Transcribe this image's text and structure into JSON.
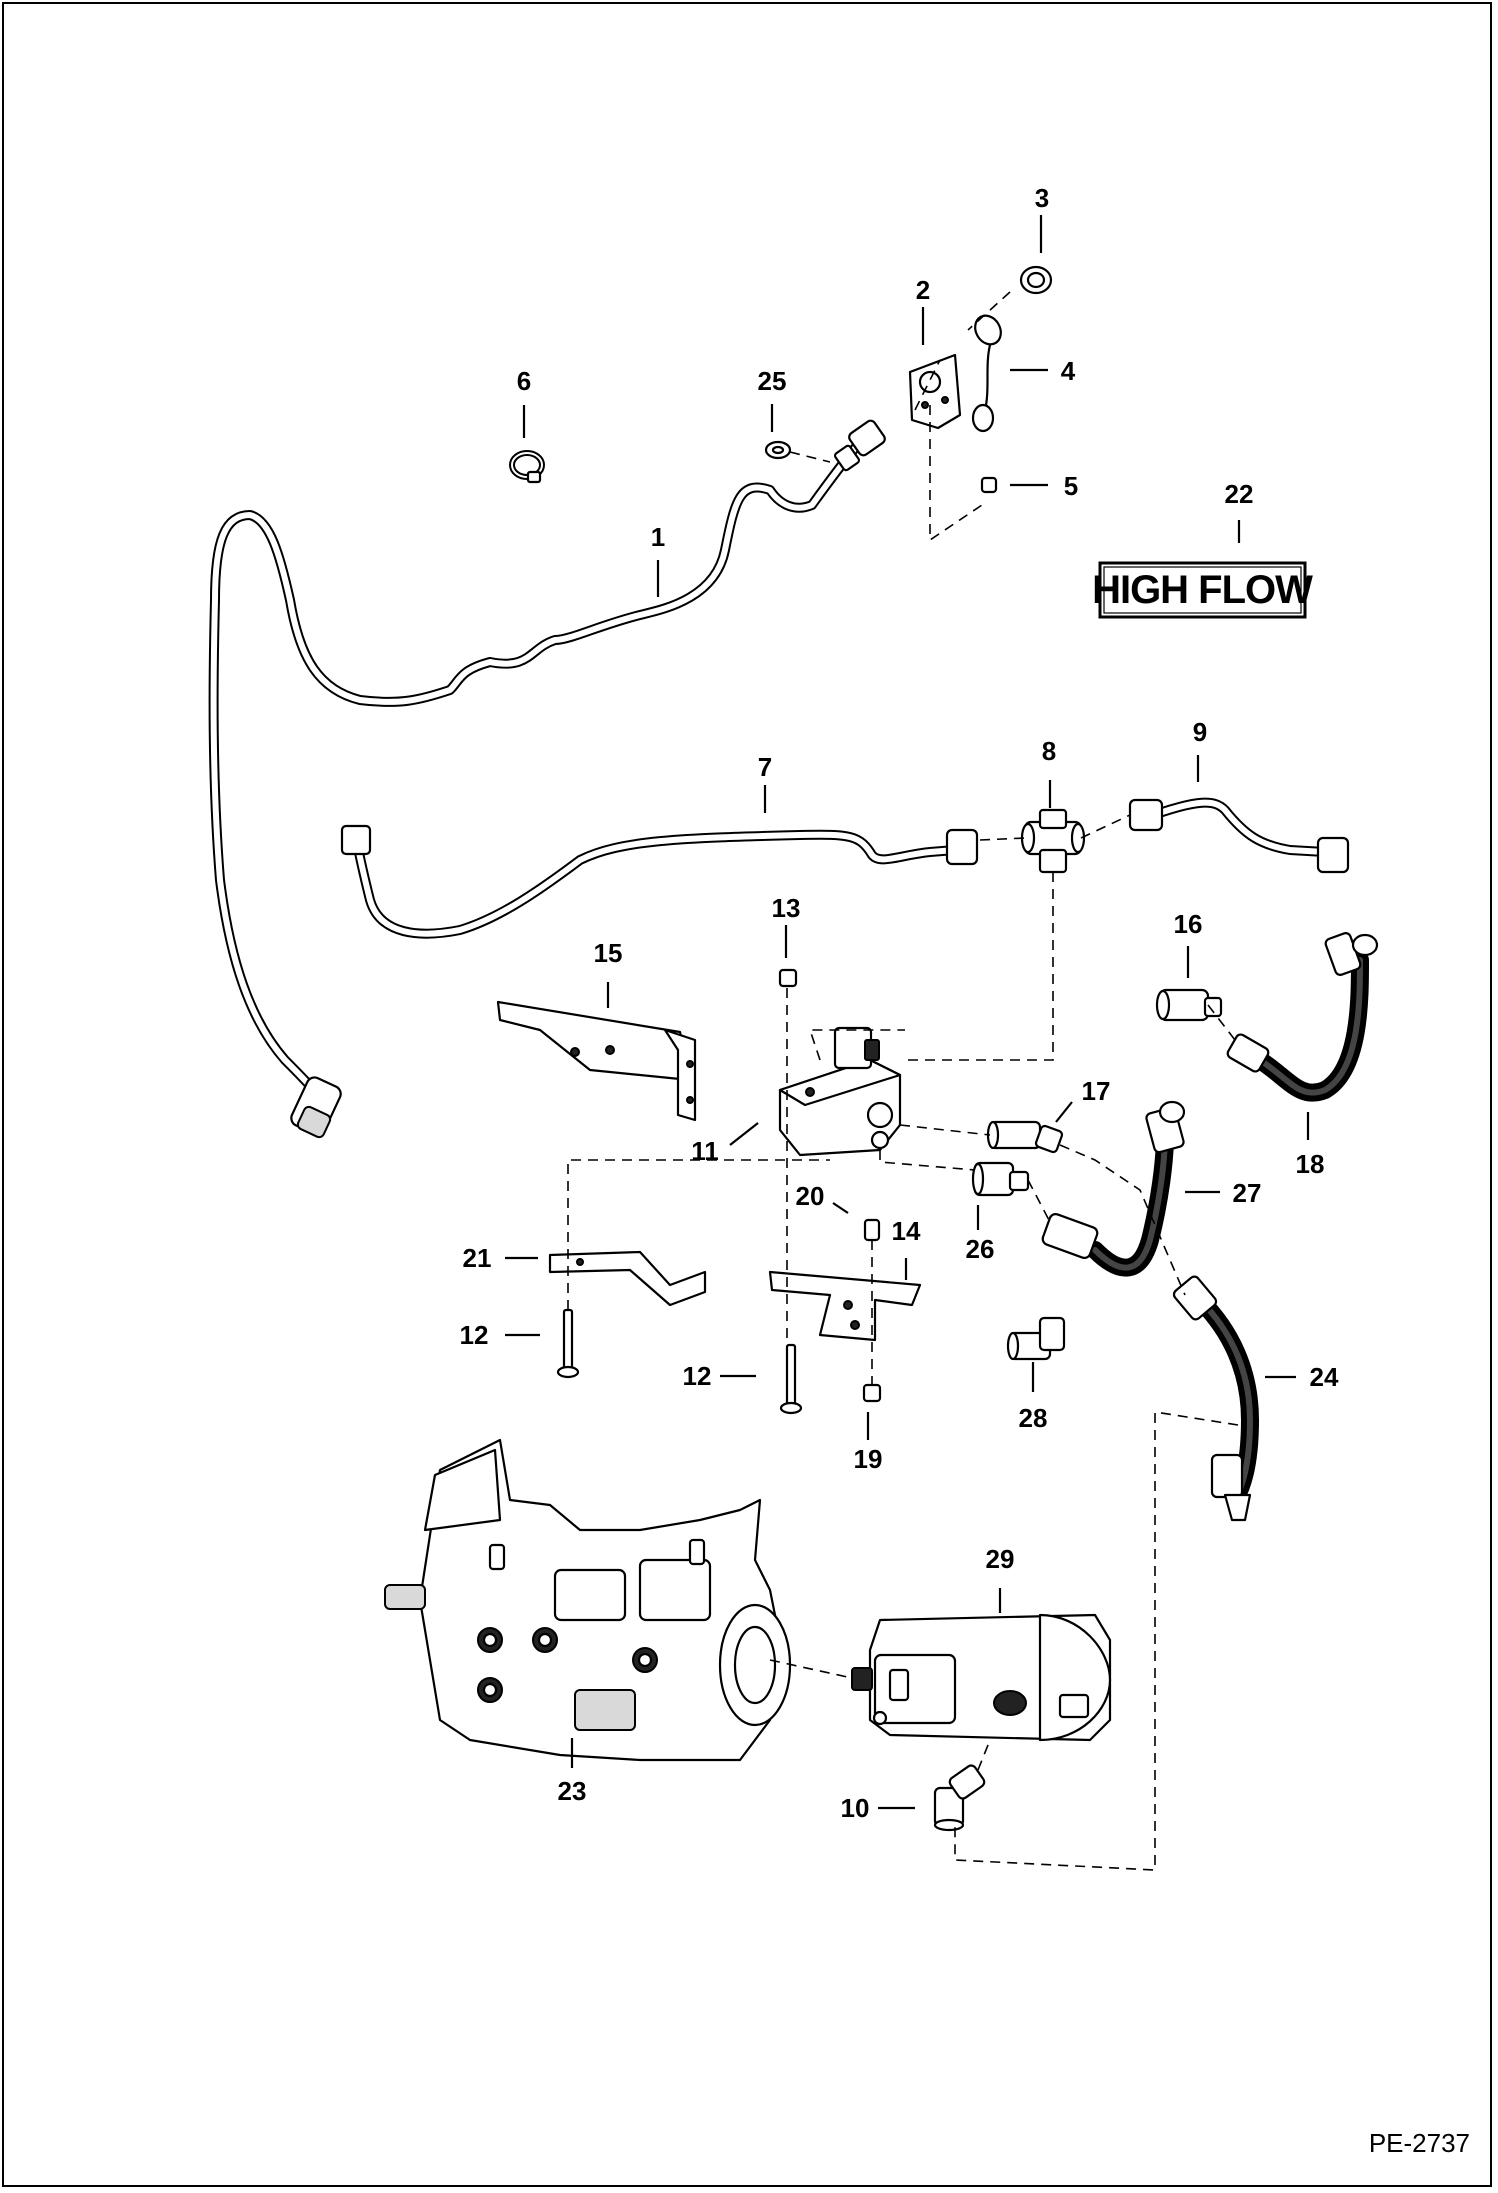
{
  "badge": {
    "text": "HIGH FLOW"
  },
  "figure_id": "PE-2737",
  "callouts": {
    "c1": "1",
    "c2": "2",
    "c3": "3",
    "c4": "4",
    "c5": "5",
    "c6": "6",
    "c7": "7",
    "c8": "8",
    "c9": "9",
    "c10": "10",
    "c11": "11",
    "c12a": "12",
    "c12b": "12",
    "c13": "13",
    "c14": "14",
    "c15": "15",
    "c16": "16",
    "c17": "17",
    "c18": "18",
    "c19": "19",
    "c20": "20",
    "c21": "21",
    "c22": "22",
    "c23": "23",
    "c24": "24",
    "c25": "25",
    "c26": "26",
    "c27": "27",
    "c28": "28",
    "c29": "29"
  }
}
